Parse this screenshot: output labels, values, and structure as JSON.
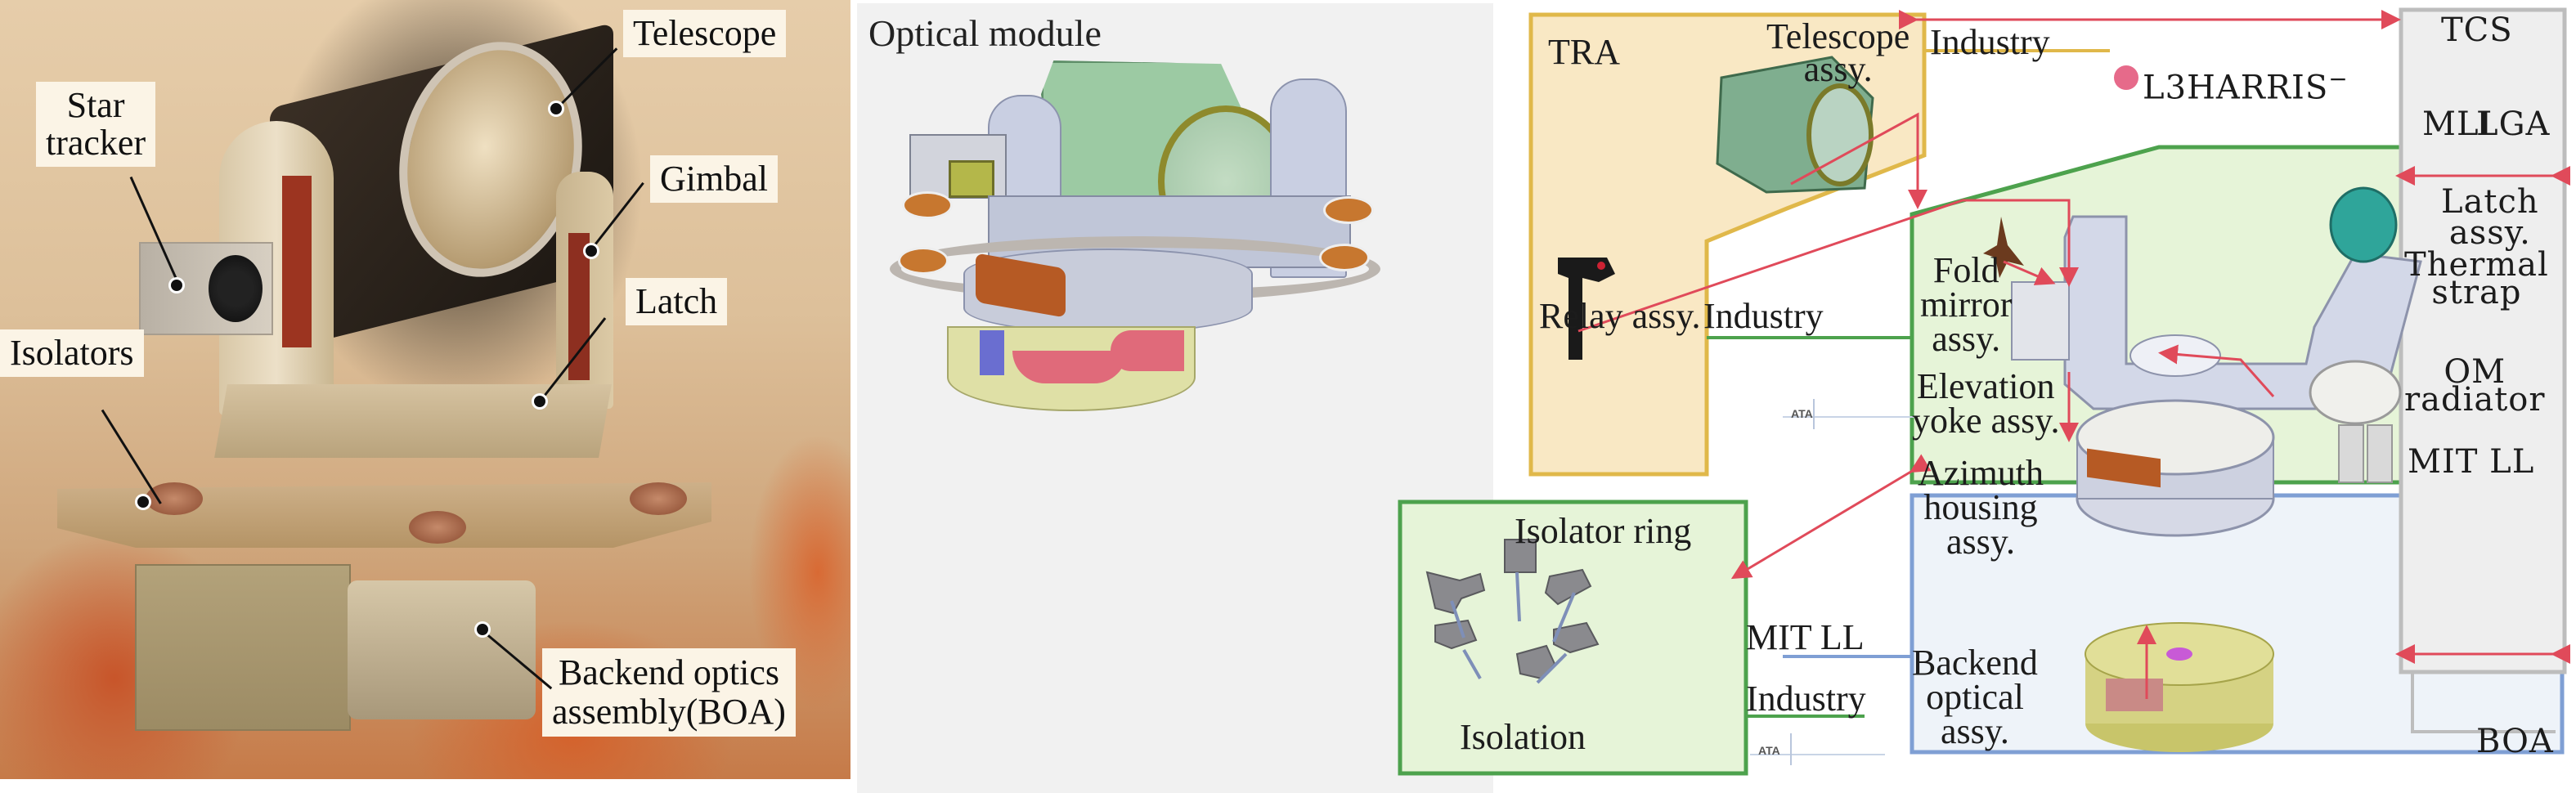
{
  "figure": {
    "panels": [
      {
        "id": "photo",
        "labels": {
          "telescope": "Telescope",
          "star_tracker_line1": "Star",
          "star_tracker_line2": "tracker",
          "gimbal": "Gimbal",
          "latch": "Latch",
          "isolators": "Isolators",
          "boa_line1": "Backend optics",
          "boa_line2": "assembly(BOA)"
        }
      },
      {
        "id": "cad",
        "title": "Optical module"
      },
      {
        "id": "diagram",
        "groups": {
          "tra": "TRA",
          "lga": "LGA",
          "boa": "BOA",
          "isolation": "Isolation",
          "tcs": "TCS"
        },
        "components": {
          "telescope_l1": "Telescope",
          "telescope_l2": "assy.",
          "relay": "Relay assy.",
          "fold_l1": "Fold",
          "fold_l2": "mirror",
          "fold_l3": "assy.",
          "elev_l1": "Elevation",
          "elev_l2": "yoke assy.",
          "latch_l1": "Latch",
          "latch_l2": "assy.",
          "azimuth_l1": "Azimuth",
          "azimuth_l2": "housing",
          "azimuth_l3": "assy.",
          "isolator_ring": "Isolator ring",
          "backend_l1": "Backend",
          "backend_l2": "optical",
          "backend_l3": "assy.",
          "mli": "MLI",
          "thermal_l1": "Thermal",
          "thermal_l2": "strap",
          "om_l1": "OM",
          "om_l2": "radiator"
        },
        "suppliers": {
          "industry_top": "Industry",
          "l3harris": "L3HARRIS",
          "l3harris_mark": "−",
          "industry_mid": "Industry",
          "ata_mid": "ATA",
          "mit_ll_left": "MIT LL",
          "industry_bottom": "Industry",
          "ata_bottom": "ATA",
          "mit_ll_right": "MIT LL"
        },
        "colors": {
          "tra_fill": "#f9e8c4",
          "tra_border": "#e0b84a",
          "lga_fill": "#e6f4d8",
          "lga_border": "#4da24d",
          "boa_fill": "#eef3f9",
          "boa_border": "#7f9fd4",
          "tcs_fill": "#eeeeee",
          "tcs_border": "#bdbdbd",
          "arrow": "#e04a5a",
          "l3harris_logo": "#e66a8a"
        }
      }
    ]
  }
}
